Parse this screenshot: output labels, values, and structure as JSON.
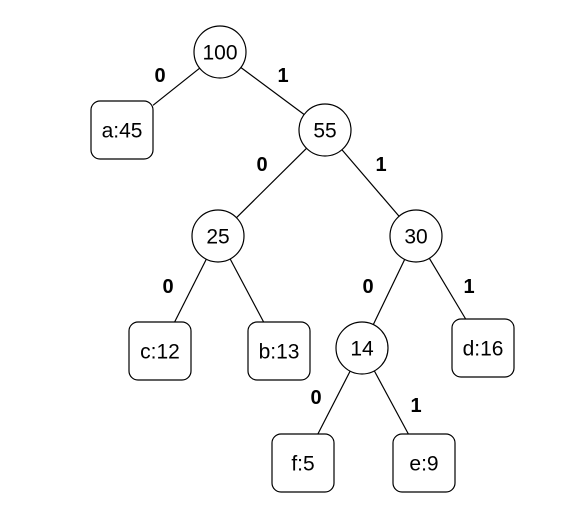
{
  "tree": {
    "nodes": [
      {
        "id": "n100",
        "label": "100",
        "kind": "internal"
      },
      {
        "id": "a",
        "label": "a:45",
        "kind": "leaf"
      },
      {
        "id": "n55",
        "label": "55",
        "kind": "internal"
      },
      {
        "id": "n25",
        "label": "25",
        "kind": "internal"
      },
      {
        "id": "n30",
        "label": "30",
        "kind": "internal"
      },
      {
        "id": "c",
        "label": "c:12",
        "kind": "leaf"
      },
      {
        "id": "b",
        "label": "b:13",
        "kind": "leaf"
      },
      {
        "id": "n14",
        "label": "14",
        "kind": "internal"
      },
      {
        "id": "d",
        "label": "d:16",
        "kind": "leaf"
      },
      {
        "id": "f",
        "label": "f:5",
        "kind": "leaf"
      },
      {
        "id": "e",
        "label": "e:9",
        "kind": "leaf"
      }
    ],
    "edges": [
      {
        "from": "n100",
        "to": "a",
        "label": "0"
      },
      {
        "from": "n100",
        "to": "n55",
        "label": "1"
      },
      {
        "from": "n55",
        "to": "n25",
        "label": "0"
      },
      {
        "from": "n55",
        "to": "n30",
        "label": "1"
      },
      {
        "from": "n25",
        "to": "c",
        "label": "0"
      },
      {
        "from": "n25",
        "to": "b",
        "label": ""
      },
      {
        "from": "n30",
        "to": "n14",
        "label": "0"
      },
      {
        "from": "n30",
        "to": "d",
        "label": "1"
      },
      {
        "from": "n14",
        "to": "f",
        "label": "0"
      },
      {
        "from": "n14",
        "to": "e",
        "label": "1"
      }
    ]
  }
}
